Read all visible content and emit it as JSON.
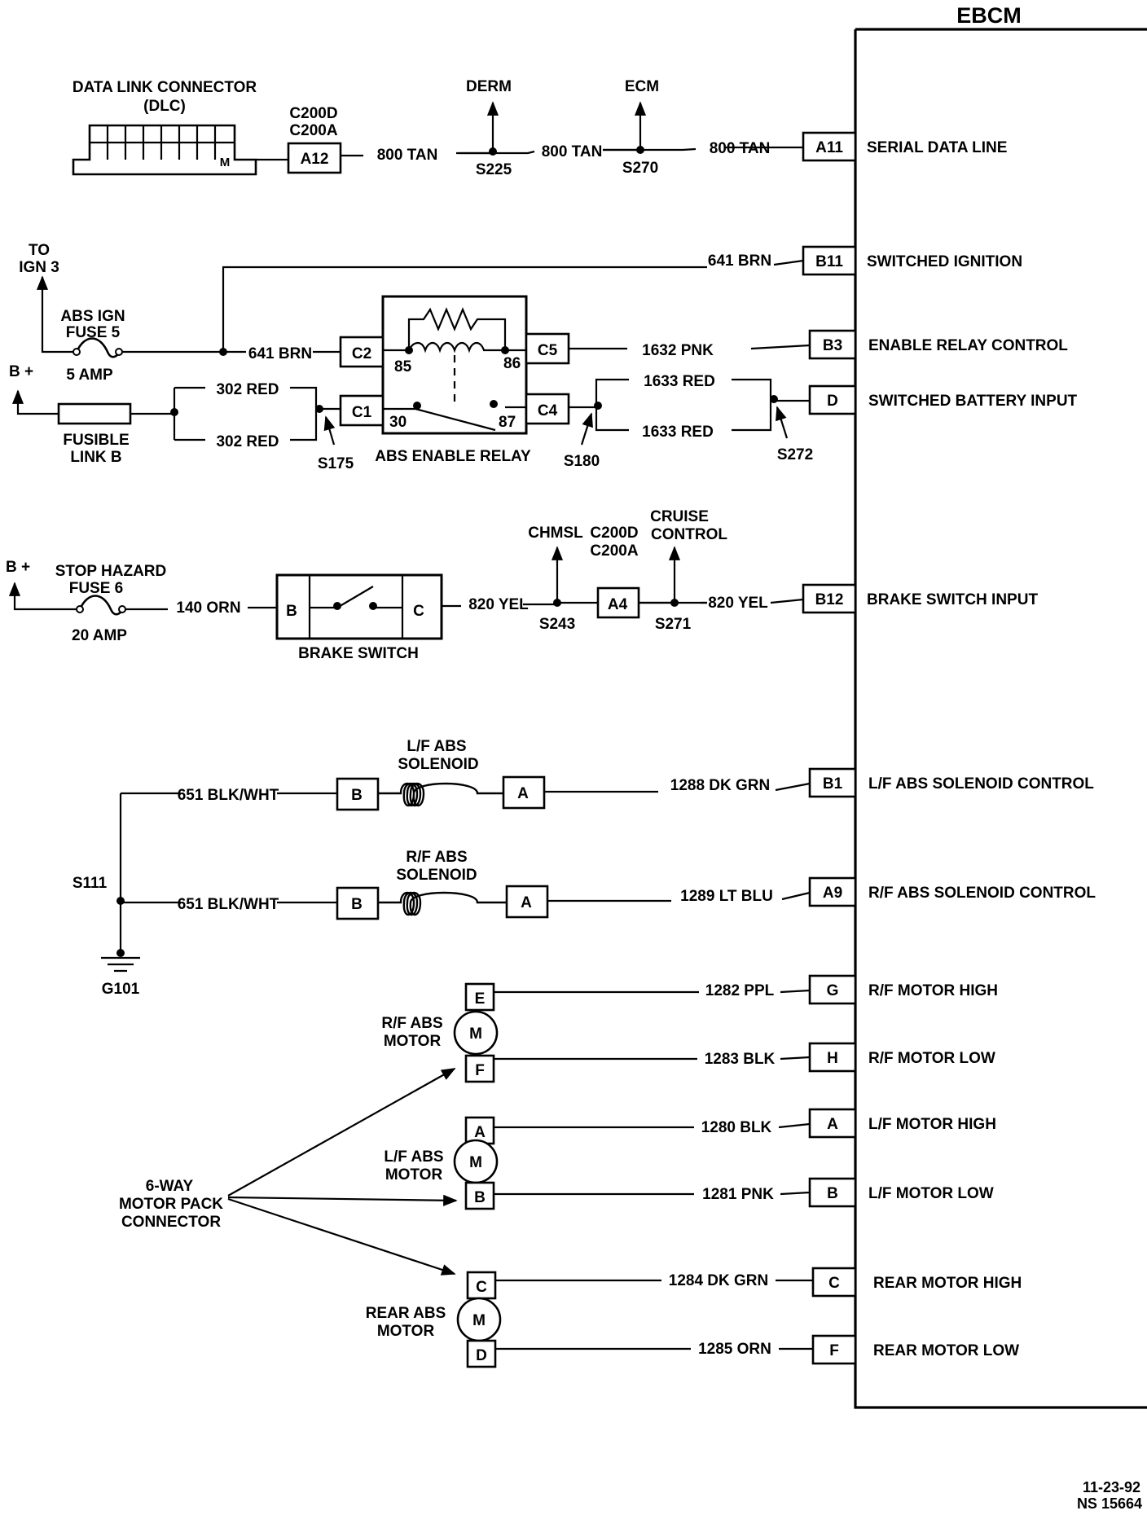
{
  "ebcm": {
    "title": "EBCM",
    "pins": [
      {
        "id": "A11",
        "function": "SERIAL DATA LINE"
      },
      {
        "id": "B11",
        "function": "SWITCHED IGNITION"
      },
      {
        "id": "B3",
        "function": "ENABLE RELAY CONTROL"
      },
      {
        "id": "D",
        "function": "SWITCHED BATTERY INPUT"
      },
      {
        "id": "B12",
        "function": "BRAKE SWITCH INPUT"
      },
      {
        "id": "B1",
        "function": "L/F ABS SOLENOID CONTROL"
      },
      {
        "id": "A9",
        "function": "R/F ABS SOLENOID CONTROL"
      },
      {
        "id": "G",
        "function": "R/F MOTOR HIGH"
      },
      {
        "id": "H",
        "function": "R/F MOTOR LOW"
      },
      {
        "id": "A",
        "function": "L/F MOTOR HIGH"
      },
      {
        "id": "B",
        "function": "L/F MOTOR LOW"
      },
      {
        "id": "C",
        "function": "REAR MOTOR HIGH"
      },
      {
        "id": "F",
        "function": "REAR MOTOR LOW"
      }
    ]
  },
  "dlc": {
    "title_line1": "DATA LINK CONNECTOR",
    "title_line2": "(DLC)",
    "pin_m": "M"
  },
  "serial": {
    "conn_line1": "C200D",
    "conn_line2": "C200A",
    "conn_pin": "A12",
    "wire1": "800 TAN",
    "wire2": "800 TAN",
    "wire3": "800 TAN",
    "derm": "DERM",
    "ecm": "ECM",
    "s225": "S225",
    "s270": "S270"
  },
  "power": {
    "to_line1": "TO",
    "to_line2": "IGN 3",
    "fuse5_line1": "ABS IGN",
    "fuse5_line2": "FUSE 5",
    "fuse5_rating": "5 AMP",
    "bplus": "B +",
    "fusible_line1": "FUSIBLE",
    "fusible_line2": "LINK B",
    "w641a": "641 BRN",
    "w641b": "641 BRN",
    "w302a": "302 RED",
    "w302b": "302 RED",
    "s175": "S175"
  },
  "relay": {
    "name": "ABS ENABLE RELAY",
    "c2": "C2",
    "c1": "C1",
    "c5": "C5",
    "c4": "C4",
    "t85": "85",
    "t86": "86",
    "t30": "30",
    "t87": "87",
    "w1632": "1632 PNK",
    "w1633a": "1633 RED",
    "w1633b": "1633 RED",
    "s180": "S180",
    "s272": "S272"
  },
  "brake": {
    "bplus": "B +",
    "fuse_line1": "STOP HAZARD",
    "fuse_line2": "FUSE 6",
    "fuse_rating": "20 AMP",
    "w140": "140 ORN",
    "pin_b": "B",
    "pin_c": "C",
    "name": "BRAKE SWITCH",
    "w820a": "820 YEL",
    "w820b": "820 YEL",
    "chmsl": "CHMSL",
    "cruise_line1": "CRUISE",
    "cruise_line2": "CONTROL",
    "conn_line1": "C200D",
    "conn_line2": "C200A",
    "conn_pin": "A4",
    "s243": "S243",
    "s271": "S271"
  },
  "solenoids": {
    "lf_line1": "L/F ABS",
    "lf_line2": "SOLENOID",
    "rf_line1": "R/F ABS",
    "rf_line2": "SOLENOID",
    "pin_b": "B",
    "pin_a": "A",
    "w651a": "651 BLK/WHT",
    "w651b": "651 BLK/WHT",
    "w1288": "1288 DK GRN",
    "w1289": "1289 LT BLU",
    "s111": "S111",
    "g101": "G101"
  },
  "motors": {
    "rf_line1": "R/F ABS",
    "rf_line2": "MOTOR",
    "lf_line1": "L/F ABS",
    "lf_line2": "MOTOR",
    "rear_line1": "REAR ABS",
    "rear_line2": "MOTOR",
    "m": "M",
    "rf_pins": [
      "E",
      "F"
    ],
    "lf_pins": [
      "A",
      "B"
    ],
    "rear_pins": [
      "C",
      "D"
    ],
    "w1282": "1282 PPL",
    "w1283": "1283 BLK",
    "w1280": "1280 BLK",
    "w1281": "1281 PNK",
    "w1284": "1284 DK GRN",
    "w1285": "1285 ORN",
    "pack_line1": "6-WAY",
    "pack_line2": "MOTOR PACK",
    "pack_line3": "CONNECTOR"
  },
  "footer": {
    "date": "11-23-92",
    "code": "NS 15664"
  }
}
